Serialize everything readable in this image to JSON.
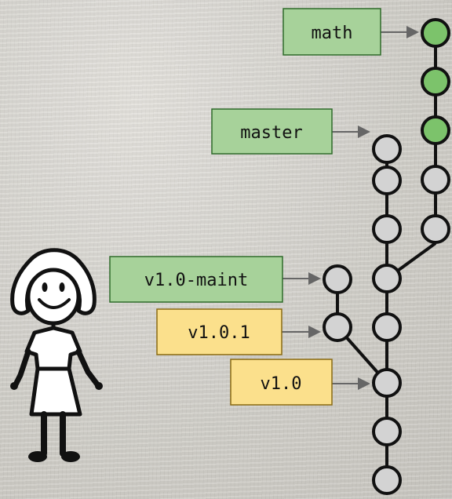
{
  "labels": {
    "math": "math",
    "master": "master",
    "v1_0_maint": "v1.0-maint",
    "v1_0_1": "v1.0.1",
    "v1_0": "v1.0"
  },
  "colors": {
    "branch_fill": "#a7d29a",
    "branch_stroke": "#2f6b2a",
    "tag_fill": "#fbe08c",
    "tag_stroke": "#8a6a12",
    "commit_gray": "#d3d3d3",
    "commit_green": "#7cc36b",
    "edge": "#111111",
    "arrow": "#666666"
  }
}
